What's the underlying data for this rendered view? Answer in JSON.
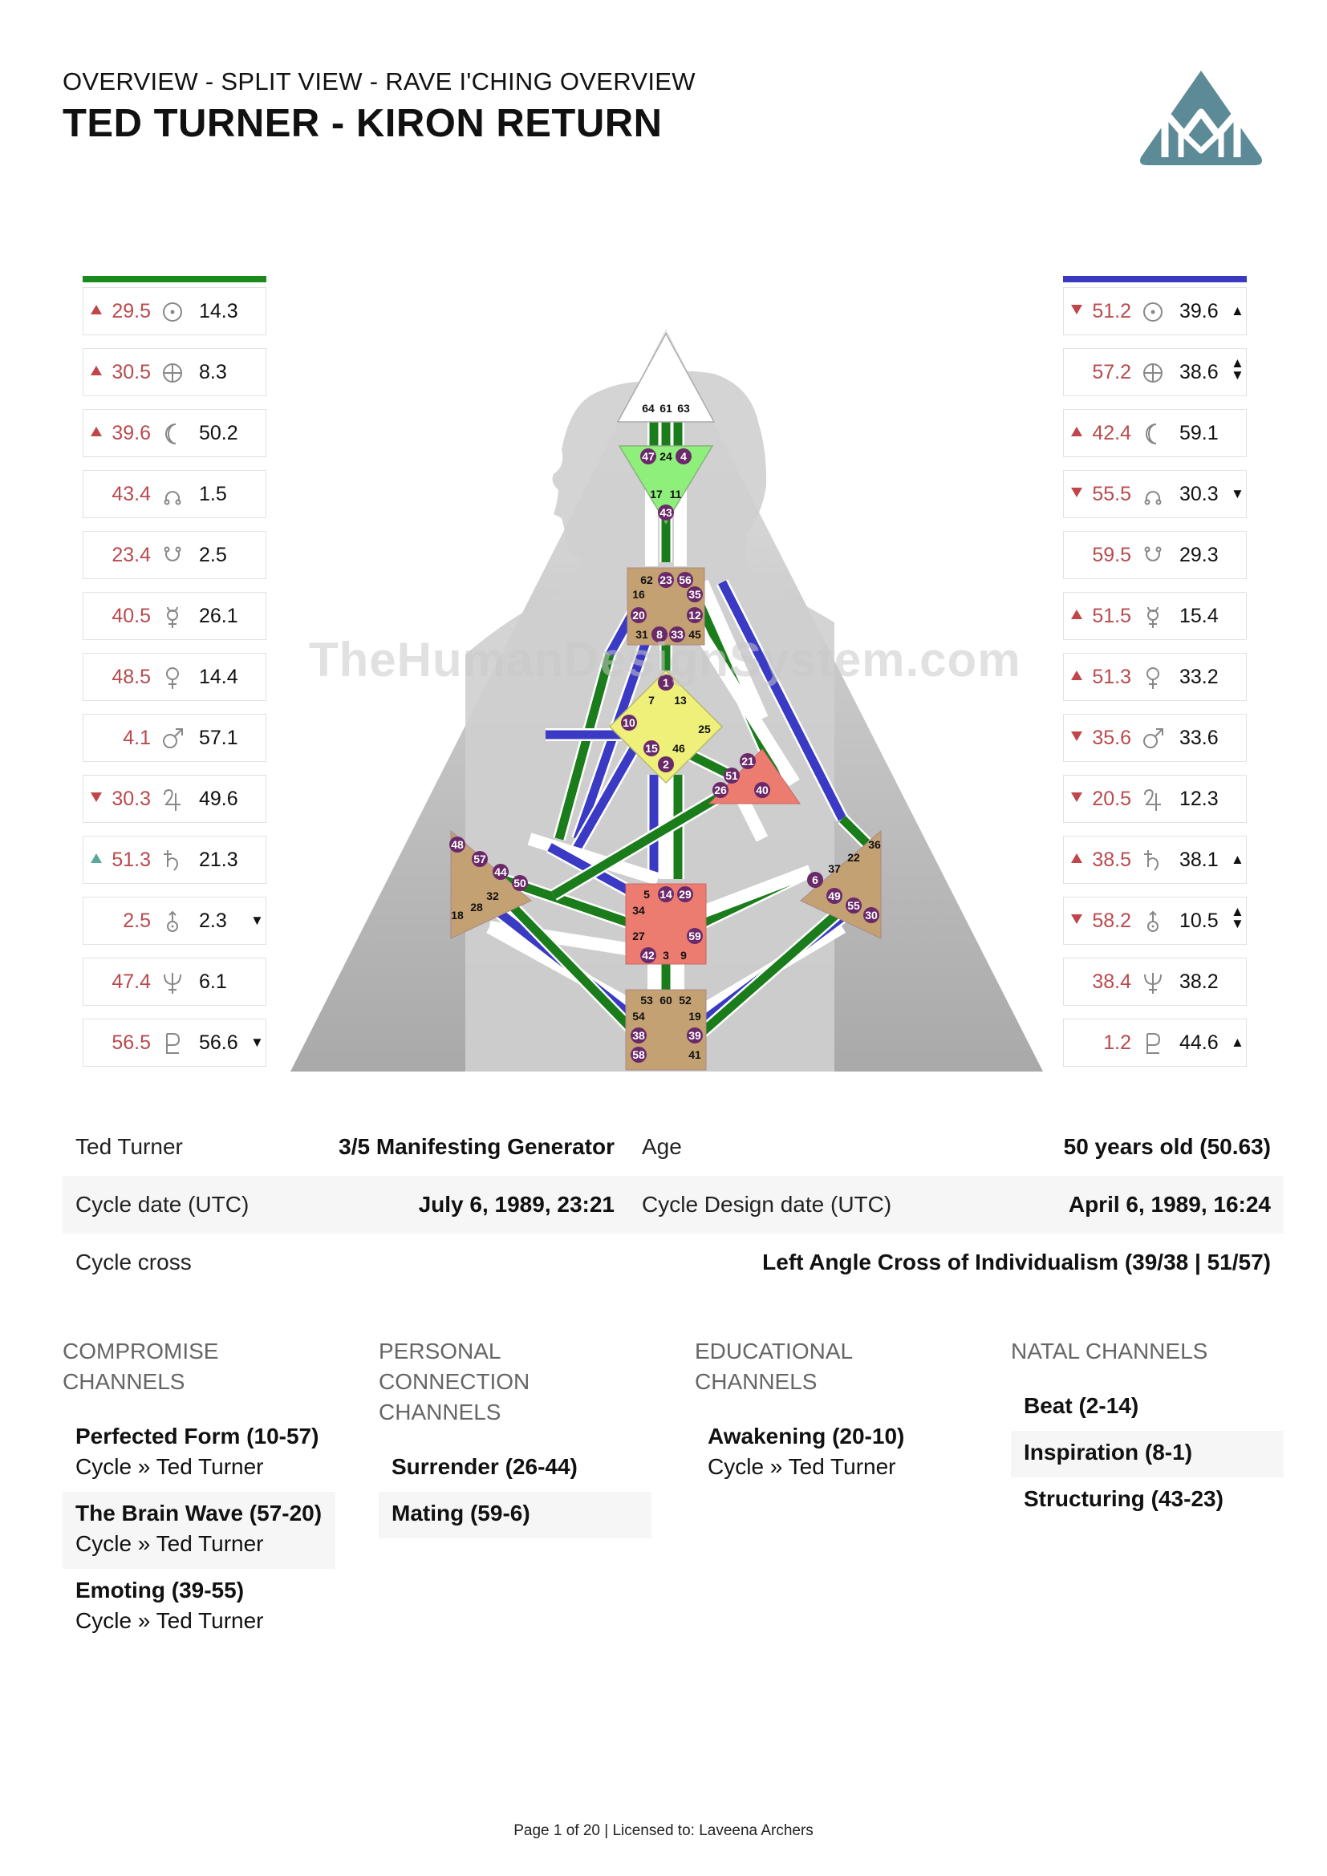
{
  "header": {
    "subtitle": "OVERVIEW - SPLIT VIEW - RAVE I'CHING OVERVIEW",
    "title": "TED TURNER - KIRON RETURN"
  },
  "watermark": "TheHumanDesignSystem.com",
  "colors": {
    "design_bar": "#1a8a1a",
    "personality_bar": "#3a3ac0",
    "center_head": "#ffffff",
    "center_ajna": "#8ef07a",
    "center_gold": "#c4a172",
    "center_g": "#eef07a",
    "center_red": "#ec7c70",
    "channel_green": "#1b7c1b",
    "channel_blue": "#3a3ac4",
    "gate_circle": "#6a2a6a"
  },
  "design_column": [
    {
      "arrow": "up",
      "design": "29.5",
      "icon": "sun-icon",
      "personality": "14.3"
    },
    {
      "arrow": "up",
      "design": "30.5",
      "icon": "earth-icon",
      "personality": "8.3"
    },
    {
      "arrow": "up",
      "design": "39.6",
      "icon": "moon-icon",
      "personality": "50.2"
    },
    {
      "arrow": "",
      "design": "43.4",
      "icon": "north-node-icon",
      "personality": "1.5"
    },
    {
      "arrow": "",
      "design": "23.4",
      "icon": "south-node-icon",
      "personality": "2.5"
    },
    {
      "arrow": "",
      "design": "40.5",
      "icon": "mercury-icon",
      "personality": "26.1"
    },
    {
      "arrow": "",
      "design": "48.5",
      "icon": "venus-icon",
      "personality": "14.4"
    },
    {
      "arrow": "",
      "design": "4.1",
      "icon": "mars-icon",
      "personality": "57.1"
    },
    {
      "arrow": "down",
      "design": "30.3",
      "icon": "jupiter-icon",
      "personality": "49.6"
    },
    {
      "arrow": "upteal",
      "design": "51.3",
      "icon": "saturn-icon",
      "personality": "21.3"
    },
    {
      "arrow": "",
      "design": "2.5",
      "icon": "uranus-icon",
      "personality": "2.3",
      "fixing": "▼"
    },
    {
      "arrow": "",
      "design": "47.4",
      "icon": "neptune-icon",
      "personality": "6.1"
    },
    {
      "arrow": "",
      "design": "56.5",
      "icon": "pluto-icon",
      "personality": "56.6",
      "fixing": "▼"
    }
  ],
  "personality_column": [
    {
      "arrow": "down",
      "design": "51.2",
      "icon": "sun-icon",
      "personality": "39.6",
      "fixing": "▲"
    },
    {
      "arrow": "",
      "design": "57.2",
      "icon": "earth-icon",
      "personality": "38.6",
      "fixing": "▲▼"
    },
    {
      "arrow": "up",
      "design": "42.4",
      "icon": "moon-icon",
      "personality": "59.1"
    },
    {
      "arrow": "down",
      "design": "55.5",
      "icon": "north-node-icon",
      "personality": "30.3",
      "fixing": "▼"
    },
    {
      "arrow": "",
      "design": "59.5",
      "icon": "south-node-icon",
      "personality": "29.3"
    },
    {
      "arrow": "up",
      "design": "51.5",
      "icon": "mercury-icon",
      "personality": "15.4"
    },
    {
      "arrow": "up",
      "design": "51.3",
      "icon": "venus-icon",
      "personality": "33.2"
    },
    {
      "arrow": "down",
      "design": "35.6",
      "icon": "mars-icon",
      "personality": "33.6"
    },
    {
      "arrow": "down",
      "design": "20.5",
      "icon": "jupiter-icon",
      "personality": "12.3"
    },
    {
      "arrow": "up",
      "design": "38.5",
      "icon": "saturn-icon",
      "personality": "38.1",
      "fixing": "▲"
    },
    {
      "arrow": "down",
      "design": "58.2",
      "icon": "uranus-icon",
      "personality": "10.5",
      "fixing": "▲▼"
    },
    {
      "arrow": "",
      "design": "38.4",
      "icon": "neptune-icon",
      "personality": "38.2"
    },
    {
      "arrow": "",
      "design": "1.2",
      "icon": "pluto-icon",
      "personality": "44.6",
      "fixing": "▲"
    }
  ],
  "bodygraph": {
    "head_gates": [
      "64",
      "61",
      "63"
    ],
    "ajna_gates": [
      "47",
      "24",
      "4",
      "17",
      "11",
      "43"
    ],
    "throat_gates": [
      "62",
      "23",
      "56",
      "16",
      "35",
      "20",
      "12",
      "31",
      "8",
      "33",
      "45"
    ],
    "g_gates": [
      "1",
      "7",
      "13",
      "10",
      "25",
      "15",
      "46",
      "2"
    ],
    "ego_gates": [
      "21",
      "51",
      "26",
      "40"
    ],
    "spleen_gates": [
      "48",
      "57",
      "44",
      "50",
      "32",
      "28",
      "18"
    ],
    "sacral_gates": [
      "5",
      "14",
      "29",
      "34",
      "27",
      "59",
      "42",
      "3",
      "9"
    ],
    "esp_gates": [
      "36",
      "22",
      "37",
      "6",
      "49",
      "55",
      "30"
    ],
    "root_gates": [
      "53",
      "60",
      "52",
      "54",
      "19",
      "38",
      "39",
      "58",
      "41"
    ]
  },
  "info": {
    "name": "Ted Turner",
    "type": "3/5 Manifesting Generator",
    "age_label": "Age",
    "age_value": "50 years old (50.63)",
    "cycle_date_label": "Cycle date (UTC)",
    "cycle_date_value": "July 6, 1989, 23:21",
    "cycle_design_label": "Cycle Design date (UTC)",
    "cycle_design_value": "April 6, 1989, 16:24",
    "cross_label": "Cycle cross",
    "cross_value": "Left Angle Cross of Individualism (39/38 | 51/57)"
  },
  "channels": {
    "compromise": {
      "heading": "COMPROMISE CHANNELS",
      "items": [
        {
          "name": "Perfected Form (10-57)",
          "sub": "Cycle » Ted Turner"
        },
        {
          "name": "The Brain Wave (57-20)",
          "sub": "Cycle » Ted Turner"
        },
        {
          "name": "Emoting (39-55)",
          "sub": "Cycle » Ted Turner"
        }
      ]
    },
    "personal": {
      "heading": "PERSONAL CONNECTION CHANNELS",
      "items": [
        {
          "name": "Surrender (26-44)",
          "sub": ""
        },
        {
          "name": "Mating (59-6)",
          "sub": ""
        }
      ]
    },
    "educational": {
      "heading": "EDUCATIONAL CHANNELS",
      "items": [
        {
          "name": "Awakening (20-10)",
          "sub": "Cycle » Ted Turner"
        }
      ]
    },
    "natal": {
      "heading": "NATAL CHANNELS",
      "items": [
        {
          "name": "Beat (2-14)",
          "sub": ""
        },
        {
          "name": "Inspiration (8-1)",
          "sub": ""
        },
        {
          "name": "Structuring (43-23)",
          "sub": ""
        }
      ]
    }
  },
  "footer": "Page 1 of 20 | Licensed to: Laveena Archers"
}
